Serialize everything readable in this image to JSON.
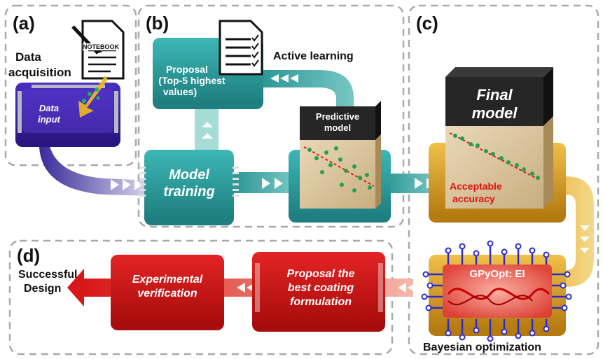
{
  "panels": {
    "a": "(a)",
    "b": "(b)",
    "c": "(c)",
    "d": "(d)"
  },
  "notebook_label": "NOTEBOOK",
  "data_acquisition": [
    "Data",
    "acquisition"
  ],
  "data_input": [
    "Data",
    "input"
  ],
  "proposal_top5": [
    "Proposal",
    "(Top-5 highest",
    "values)"
  ],
  "active_learning": "Active learning",
  "model_training": [
    "Model",
    "training"
  ],
  "predictive_model": [
    "Predictive",
    "model"
  ],
  "final_model": [
    "Final",
    "model"
  ],
  "acceptable_accuracy": [
    "Acceptable",
    "accuracy"
  ],
  "gpyopt": "GPyOpt: EI",
  "bayesian_optimization": "Bayesian optimization",
  "proposal_best": [
    "Proposal the",
    "best coating",
    "formulation"
  ],
  "experimental_verification": [
    "Experimental",
    "verification"
  ],
  "successful_design": [
    "Successful",
    "Design"
  ],
  "colors": {
    "purple_chip": "#3a1fa8",
    "teal_chip": "#2f9c9c",
    "gold_chip": "#d99a1a",
    "red_chip": "#d41414",
    "accent_red": "#e01010",
    "dashed": "#a9a9a9"
  }
}
